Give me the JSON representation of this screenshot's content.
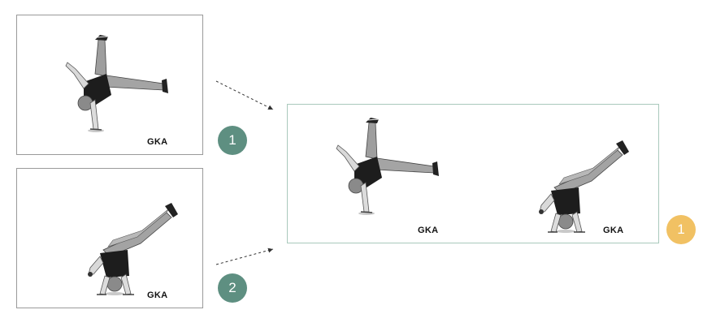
{
  "watermarks": {
    "panel_1": "GKA",
    "panel_2": "GKA",
    "combined_left": "GKA",
    "combined_right": "GKA"
  },
  "badges": {
    "step_1": "1",
    "step_2": "2",
    "result": "1"
  },
  "colors": {
    "teal_badge": "#5e8f81",
    "gold_badge": "#f1c163",
    "panel_border": "#9a9a9a",
    "combined_border": "#a9c9bc",
    "arrow": "#333333"
  },
  "icons": {
    "figure_a": "breakdancer-one-hand-freeze",
    "figure_b": "breakdancer-two-hand-cartwheel",
    "connector": "dashed-arrow"
  }
}
